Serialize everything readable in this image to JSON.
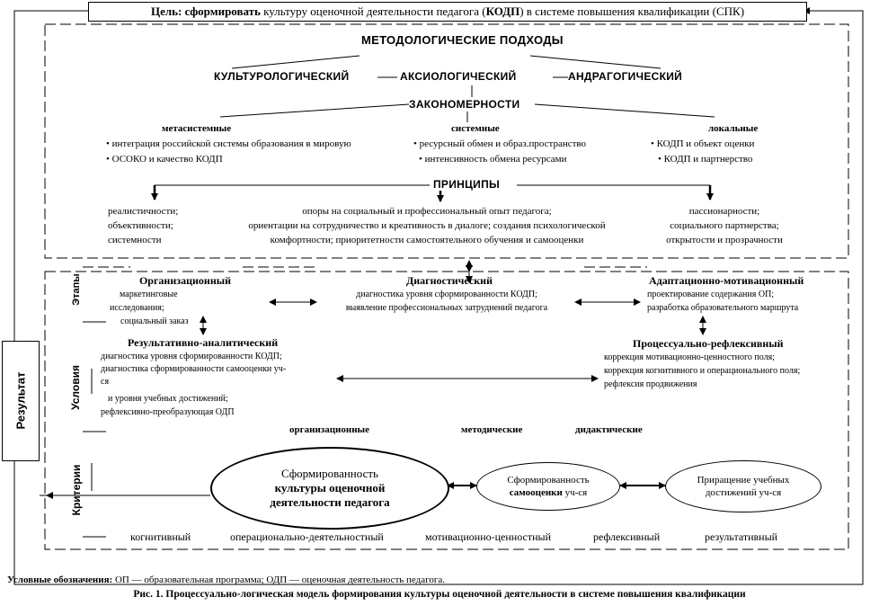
{
  "goal": {
    "prefix": "Цель:",
    "verb": "сформировать",
    "middle": " культуру оценочной деятельности педагога (",
    "abbr": "КОДП",
    "suffix": ") в системе повышения квалификации (СПК)"
  },
  "methodology": {
    "title": "МЕТОДОЛОГИЧЕСКИЕ ПОДХОДЫ",
    "approaches": [
      "КУЛЬТУРОЛОГИЧЕСКИЙ",
      "АКСИОЛОГИЧЕСКИЙ",
      "АНДРАГОГИЧЕСКИЙ"
    ]
  },
  "laws": {
    "title": "ЗАКОНОМЕРНОСТИ",
    "groups": [
      {
        "title": "метасистемные",
        "items": [
          "интеграция российской системы образования в мировую",
          "ОСОКО и качество КОДП"
        ]
      },
      {
        "title": "системные",
        "items": [
          "ресурсный обмен и образ.пространство",
          "интенсивность обмена ресурсами"
        ]
      },
      {
        "title": "локальные",
        "items": [
          "КОДП и объект оценки",
          "КОДП и партнерство"
        ]
      }
    ]
  },
  "principles": {
    "title": "ПРИНЦИПЫ",
    "left": [
      "реалистичности;",
      "объективности;",
      "системности"
    ],
    "center": [
      "опоры на социальный и профессиональный опыт педагога;",
      "ориентации на сотрудничество и креативность в диалоге; создания психологической",
      "комфортности; приоритетности самостоятельного обучения и самооценки"
    ],
    "right": [
      "пассионарности;",
      "социального партнерства;",
      "открытости и прозрачности"
    ]
  },
  "side_labels": {
    "stages": "Этапы",
    "conditions": "Условия",
    "criteria": "Критерии",
    "result": "Результат"
  },
  "stages": {
    "organizational": {
      "title": "Организационный",
      "lines": [
        "маркетинговые",
        "исследования;",
        "социальный заказ"
      ]
    },
    "diagnostic": {
      "title": "Диагностический",
      "lines": [
        "диагностика уровня сформированности КОДП;",
        "выявление профессиональных затруднений педагога"
      ]
    },
    "adaptive": {
      "title": "Адаптационно-мотивационный",
      "lines": [
        "проектирование содержания ОП;",
        "разработка образовательного маршрута"
      ]
    },
    "analytic": {
      "title": "Результативно-аналитический",
      "lines": [
        "диагностика уровня сформированности КОДП;",
        "диагностика  сформированности  самооценки  уч-",
        "ся",
        "и уровня учебных достижений;",
        "рефлексивно-преобразующая ОДП"
      ]
    },
    "reflexive": {
      "title": "Процессуально-рефлексивный",
      "lines": [
        "коррекция мотивационно-ценностного поля;",
        "коррекция когнитивного и операционального поля;",
        "рефлексия продвижения"
      ]
    }
  },
  "conditions": [
    "организационные",
    "методические",
    "дидактические"
  ],
  "criteria": {
    "main": {
      "line1": "Сформированность",
      "line2": "культуры оценочной",
      "line3": "деятельности педагога"
    },
    "self": {
      "line1": "Сформированность",
      "bold": "самооценки",
      "rest": " уч-ся"
    },
    "growth": {
      "line1": "Приращение учебных",
      "line2": "достижений уч-ся"
    },
    "components": [
      "когнитивный",
      "операционально-деятельностный",
      "мотивационно-ценностный",
      "рефлексивный",
      "результативный"
    ]
  },
  "legend": {
    "label": "Условные обозначения:",
    "text": " ОП — образовательная программа; ОДП — оценочная деятельность педагога."
  },
  "caption": "Рис. 1. Процессуально-логическая модель формирования культуры оценочной деятельности в системе повышения квалификации"
}
